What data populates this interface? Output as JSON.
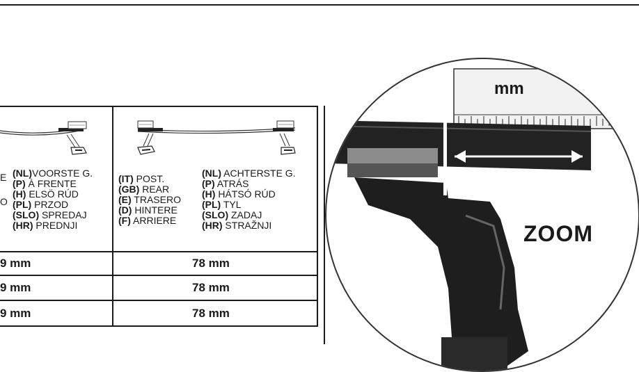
{
  "front_column": {
    "edge_letters": [
      "E",
      "O"
    ],
    "labels": [
      {
        "code": "(NL)",
        "text": "VOORSTE G."
      },
      {
        "code": "(P)",
        "text": " À FRENTE"
      },
      {
        "code": "(H)",
        "text": " ELSÖ RÚD"
      },
      {
        "code": "(PL)",
        "text": " PRZOD"
      },
      {
        "code": "(SLO)",
        "text": " SPREDAJ"
      },
      {
        "code": "(HR)",
        "text": " PREDNJI"
      }
    ],
    "values": [
      "9 mm",
      "9 mm",
      "9 mm"
    ]
  },
  "rear_column": {
    "labels_left": [
      {
        "code": "(IT)",
        "text": " POST."
      },
      {
        "code": "(GB)",
        "text": " REAR"
      },
      {
        "code": "(E)",
        "text": " TRASERO"
      },
      {
        "code": "(D)",
        "text": " HINTERE"
      },
      {
        "code": "(F)",
        "text": " ARRIERE"
      }
    ],
    "labels_right": [
      {
        "code": "(NL)",
        "text": " ACHTERSTE G."
      },
      {
        "code": "(P)",
        "text": " ATRÁS"
      },
      {
        "code": "(H)",
        "text": " HÁTSÓ RÚD"
      },
      {
        "code": "(PL)",
        "text": " TYL"
      },
      {
        "code": "(SLO)",
        "text": " ZADAJ"
      },
      {
        "code": "(HR)",
        "text": " STRAŽNJI"
      }
    ],
    "values": [
      "78 mm",
      "78 mm",
      "78 mm"
    ]
  },
  "zoom": {
    "label": "ZOOM",
    "ruler_unit": "mm"
  },
  "colors": {
    "ink": "#1a1a1a",
    "bar": "#222222",
    "ruler": "#f2f2f2"
  }
}
